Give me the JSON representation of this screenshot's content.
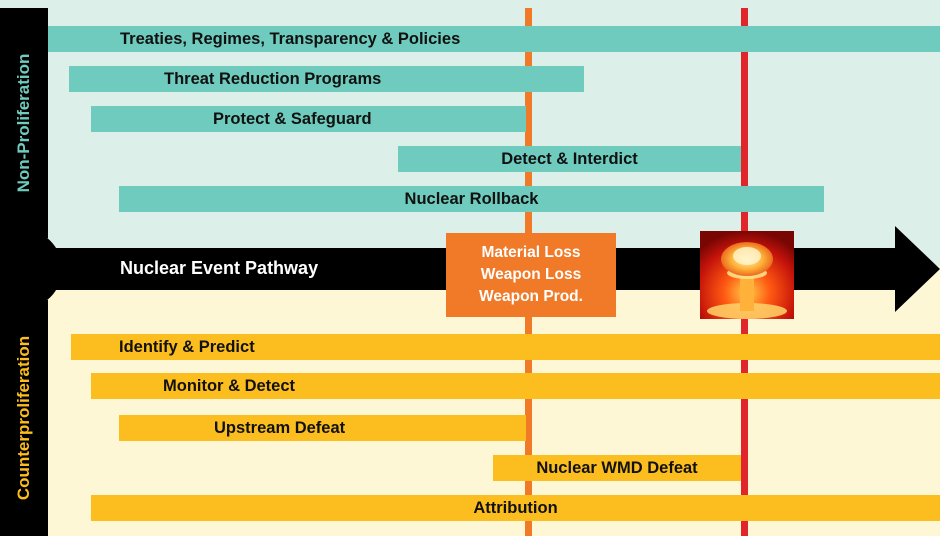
{
  "sections": {
    "top_label": "Non-Proliferation",
    "bottom_label": "Counterproliferation"
  },
  "pathway": {
    "label": "Nuclear Event  Pathway",
    "event_lines": [
      "Material Loss",
      "Weapon Loss",
      "Weapon Prod."
    ]
  },
  "nonproliferation_bars": [
    {
      "label": "Treaties, Regimes, Transparency & Policies"
    },
    {
      "label": "Threat Reduction Programs"
    },
    {
      "label": "Protect & Safeguard"
    },
    {
      "label": "Detect & Interdict"
    },
    {
      "label": "Nuclear Rollback"
    }
  ],
  "counterproliferation_bars": [
    {
      "label": "Identify & Predict"
    },
    {
      "label": "Monitor & Detect"
    },
    {
      "label": "Upstream Defeat"
    },
    {
      "label": "Nuclear WMD Defeat"
    },
    {
      "label": "Attribution"
    }
  ],
  "colors": {
    "top_band": "#dcefe9",
    "bottom_band": "#fdf7d6",
    "teal_bar": "#6ecbbd",
    "teal_label": "#6ecbbd",
    "orange_bar": "#fcbe1e",
    "orange_label": "#fcbe1e",
    "side_box": "#000000",
    "orange_line": "#f07a28",
    "red_line": "#e0262b",
    "arrow": "#000000",
    "event_box": "#f07a28"
  }
}
